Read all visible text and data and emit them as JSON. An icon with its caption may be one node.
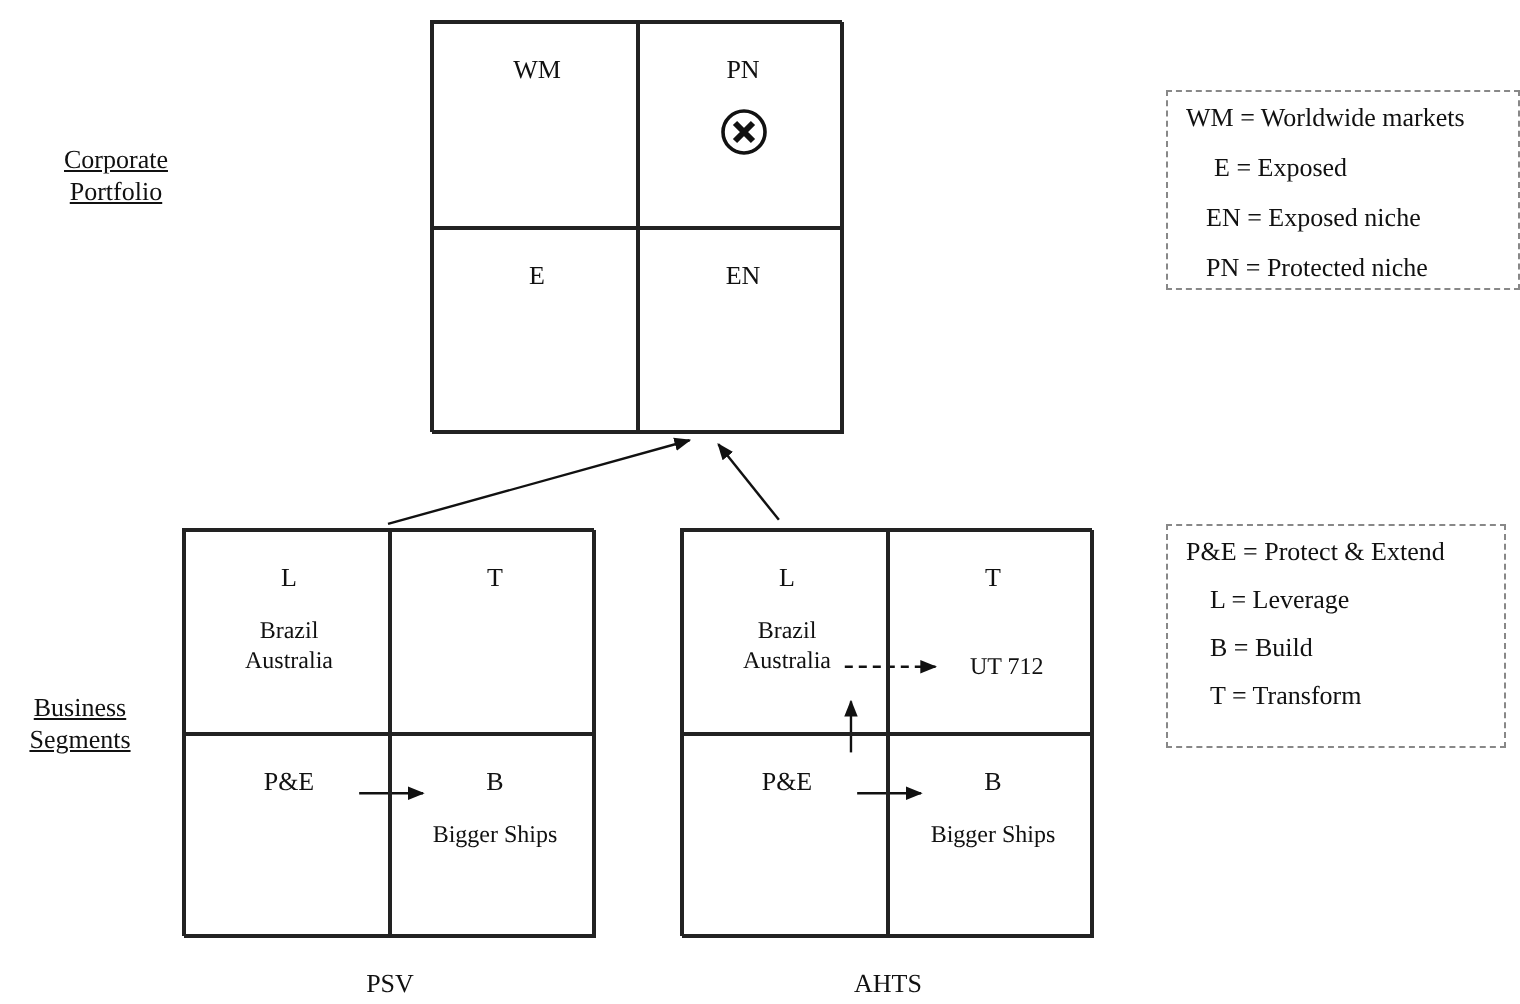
{
  "diagram": {
    "nodes": [
      {
        "text": [],
        "shape": "box"
      },
      {
        "text": [
          "WM"
        ],
        "in": 0
      },
      {
        "text": [
          "PN"
        ],
        "in": 0
      },
      {
        "text": [
          "E"
        ],
        "in": 0
      },
      {
        "text": [
          "EN"
        ],
        "in": 0
      },
      {
        "text": [
          "PSV"
        ]
      },
      {
        "text": [
          "L",
          "Brazil Australia"
        ],
        "in": 5
      },
      {
        "text": [
          "T"
        ],
        "in": 5
      },
      {
        "text": [
          "P&E"
        ],
        "in": 5
      },
      {
        "text": [
          "B",
          "Bigger Ships"
        ],
        "in": 5
      },
      {
        "text": [
          "AHTS"
        ]
      },
      {
        "text": [
          "L",
          "Brazil Australia"
        ],
        "in": 10
      },
      {
        "text": [
          "T",
          "UT 712"
        ],
        "in": 10
      },
      {
        "text": [
          "P&E"
        ],
        "in": 10
      },
      {
        "text": [
          "B",
          "Bigger Ships"
        ],
        "in": 10
      }
    ],
    "edges": [
      {
        "from": 5,
        "to": 0,
        "arrow": "to"
      },
      {
        "from": 10,
        "to": 0,
        "arrow": "to"
      },
      {
        "from": 8,
        "to": 9,
        "arrow": "to"
      },
      {
        "from": 13,
        "to": 14,
        "arrow": "to"
      },
      {
        "from": 13,
        "to": 11,
        "arrow": "to"
      },
      {
        "from": 11,
        "to": 12,
        "arrow": "to",
        "style": "dashed"
      }
    ],
    "labels": [
      "Corporate Portfolio",
      "WM = Worldwide markets",
      "E = Exposed",
      "EN = Exposed niche",
      "PN = Protected niche",
      "Business Segments",
      "P&E = Protect & Extend",
      "L = Leverage",
      "B = Build",
      "T = Transform"
    ]
  }
}
